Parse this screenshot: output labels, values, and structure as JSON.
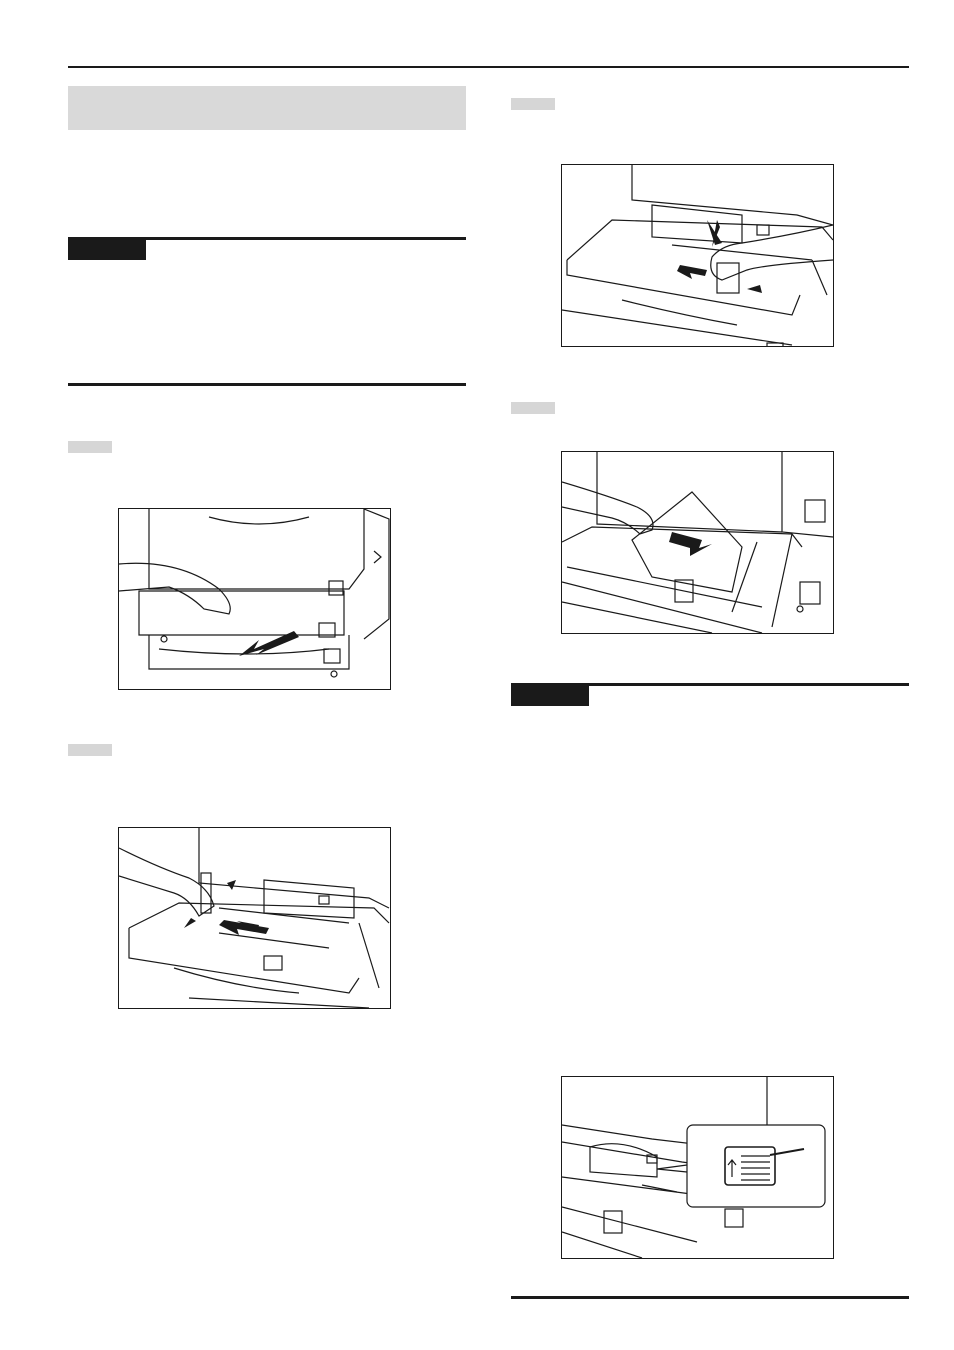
{
  "page": {
    "section_title": "",
    "note_labels": [
      "",
      ""
    ],
    "steps": [
      {
        "number": ""
      },
      {
        "number": ""
      },
      {
        "number": ""
      },
      {
        "number": ""
      }
    ]
  },
  "figures": [
    {
      "id": "fig1",
      "icon": "drawer-pull-illustration"
    },
    {
      "id": "fig2",
      "icon": "guide-adjust-illustration"
    },
    {
      "id": "fig3",
      "icon": "side-guide-adjust-illustration"
    },
    {
      "id": "fig4",
      "icon": "load-paper-illustration"
    },
    {
      "id": "fig5",
      "icon": "paper-limit-label-illustration"
    }
  ],
  "colors": {
    "rule": "#1a1a1a",
    "title_band": "#d9d9d9",
    "step_badge": "#d6d6d6"
  }
}
